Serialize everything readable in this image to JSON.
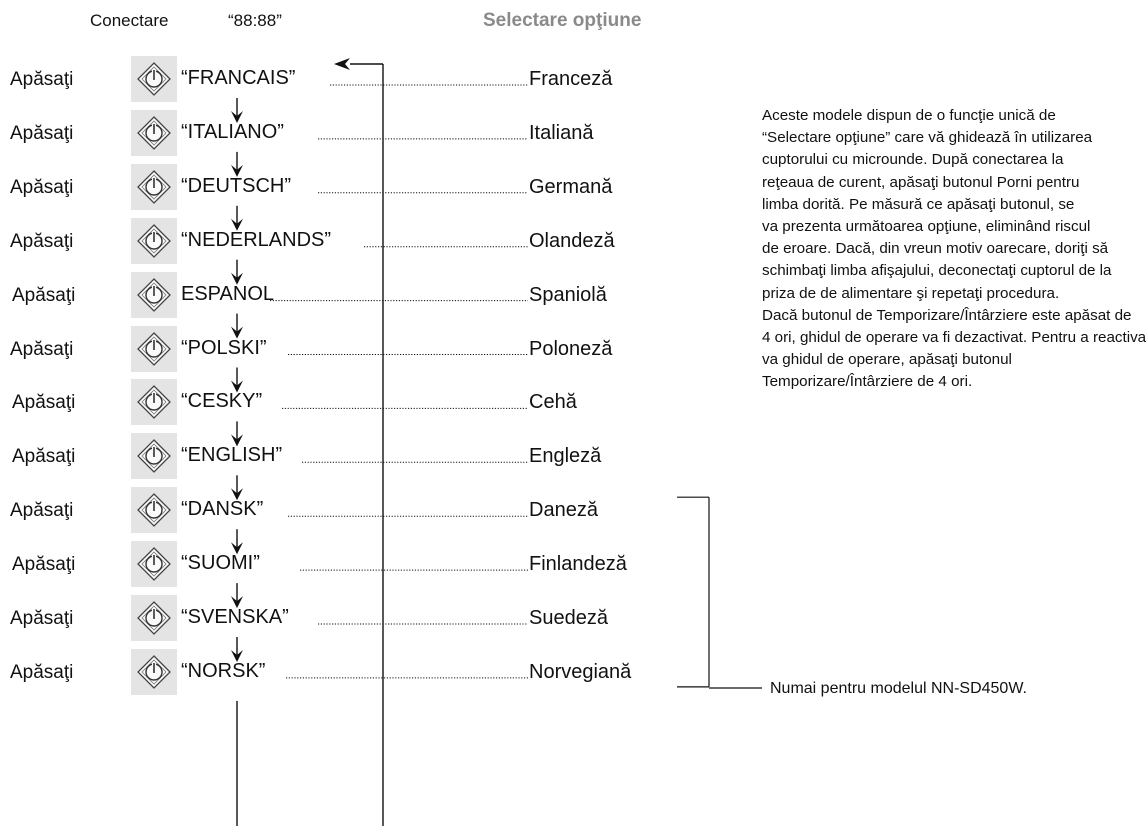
{
  "header": {
    "connect": "Conectare",
    "display_init": "“88:88”",
    "title": "Selectare opţiune"
  },
  "rows": [
    {
      "press": "Apăsaţi",
      "display": "“FRANCAIS”",
      "language": "Franceză"
    },
    {
      "press": "Apăsaţi",
      "display": "“ITALIANO”",
      "language": "Italiană"
    },
    {
      "press": "Apăsaţi",
      "display": "“DEUTSCH”",
      "language": "Germană"
    },
    {
      "press": "Apăsaţi",
      "display": "“NEDERLANDS”",
      "language": "Olandeză"
    },
    {
      "press": "Apăsaţi",
      "display": "ESPANOL",
      "language": "Spaniolă"
    },
    {
      "press": "Apăsaţi",
      "display": "“POLSKI”",
      "language": "Poloneză"
    },
    {
      "press": "Apăsaţi",
      "display": "“CESKY”",
      "language": "Cehă"
    },
    {
      "press": "Apăsaţi",
      "display": "“ENGLISH”",
      "language": "Engleză"
    },
    {
      "press": "Apăsaţi",
      "display": "“DANSK”",
      "language": "Daneză"
    },
    {
      "press": "Apăsaţi",
      "display": "“SUOMI”",
      "language": "Finlandeză"
    },
    {
      "press": "Apăsaţi",
      "display": "“SVENSKA”",
      "language": "Suedeză"
    },
    {
      "press": "Apăsaţi",
      "display": "“NORSK”",
      "language": "Norvegiană"
    }
  ],
  "description_lines": [
    "Aceste modele dispun de o funcţie unică de",
    "“Selectare opţiune” care vă ghidează în utilizarea",
    "cuptorului cu microunde. După conectarea la",
    "reţeaua de curent, apăsaţi butonul Porni pentru",
    "limba dorită. Pe măsură ce apăsaţi butonul, se",
    "va prezenta următoarea opţiune, eliminând riscul",
    "de eroare. Dacă, din vreun motiv oarecare, doriţi să",
    "schimbaţi limba afişajului, deconectaţi cuptorul de la",
    "priza de de alimentare şi repetaţi procedura.",
    "Dacă butonul de Temporizare/Întârziere este apăsat de",
    "4 ori, ghidul de operare va fi dezactivat. Pentru a reactiva",
    "va ghidul de operare, apăsaţi butonul",
    "Temporizare/Întârziere de 4 ori."
  ],
  "bracket_note": "Numai pentru modelul NN-SD450W.",
  "icons": {
    "key": "start-key-icon"
  }
}
